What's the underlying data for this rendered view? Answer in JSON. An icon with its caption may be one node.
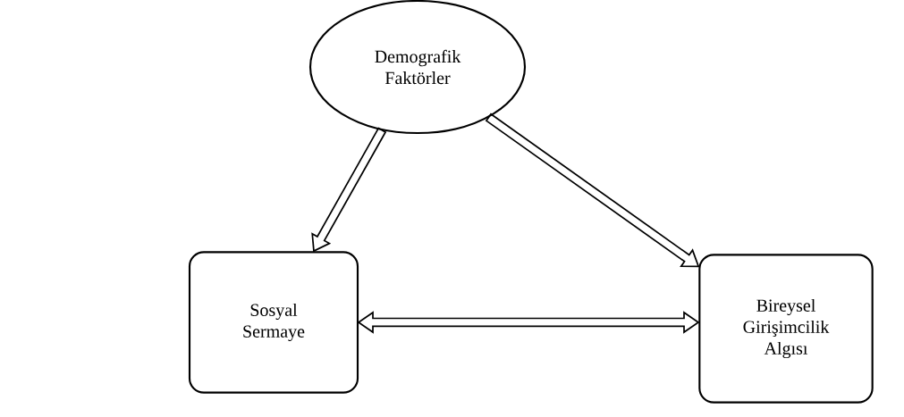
{
  "diagram": {
    "nodes": [
      {
        "text": [
          "Demografik Faktörler"
        ]
      },
      {
        "text": [
          "Sosyal Sermaye"
        ]
      },
      {
        "text": [
          "Bireysel Girişimcilik Algısı"
        ]
      }
    ],
    "edges": [
      {
        "from": 0,
        "to": 1,
        "arrow": "to"
      },
      {
        "from": 0,
        "to": 2,
        "arrow": "to"
      },
      {
        "from": 1,
        "to": 2,
        "arrow": "both"
      }
    ]
  }
}
